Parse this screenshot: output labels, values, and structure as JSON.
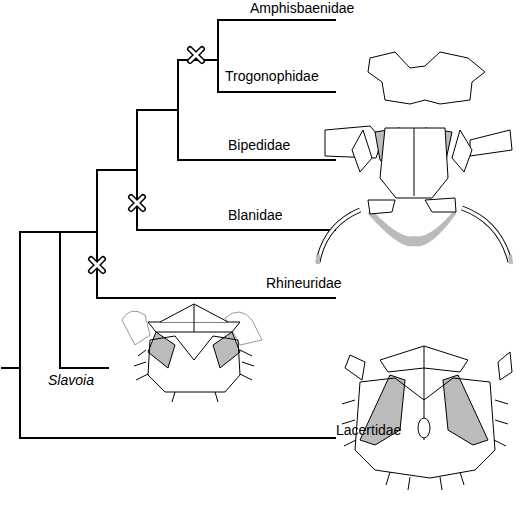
{
  "diagram": {
    "labels": [
      "Amphisbaenidae",
      "Trogonophidae",
      "Bipedidae",
      "Blanidae",
      "Rhineuridae",
      "Slavoia",
      "Lacertidae"
    ]
  }
}
